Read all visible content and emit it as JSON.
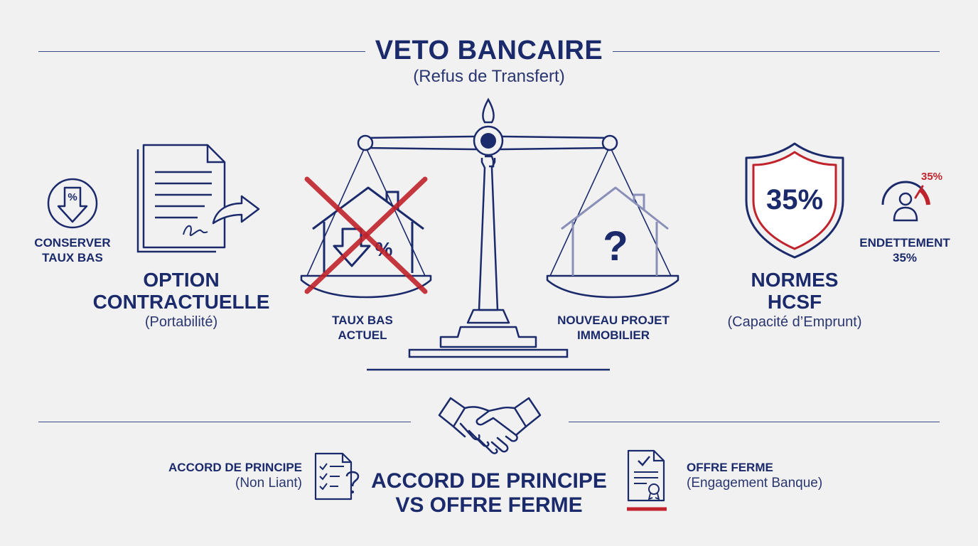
{
  "header": {
    "title": "VETO BANCAIRE",
    "subtitle": "(Refus de Transfert)"
  },
  "left_panel": {
    "icon_percent": "%",
    "keep_label_line1": "CONSERVER",
    "keep_label_line2": "TAUX BAS",
    "title_line1": "OPTION",
    "title_line2": "CONTRACTUELLE",
    "subtitle": "(Portabilité)"
  },
  "scale": {
    "left_pan_percent": "%",
    "left_label_line1": "TAUX BAS",
    "left_label_line2": "ACTUEL",
    "right_pan_symbol": "?",
    "right_label_line1": "NOUVEAU PROJET",
    "right_label_line2": "IMMOBILIER"
  },
  "right_panel": {
    "shield_value": "35%",
    "gauge_value": "35%",
    "gauge_label_line1": "ENDETTEMENT",
    "gauge_label_line2": "35%",
    "title_line1": "NORMES",
    "title_line2": "HCSF",
    "subtitle": "(Capacité d’Emprunt)"
  },
  "footer": {
    "title_line1": "ACCORD DE PRINCIPE",
    "title_line2": "VS OFFRE FERME",
    "left_label": "ACCORD DE PRINCIPE",
    "left_sub": "(Non Liant)",
    "right_label": "OFFRE FERME",
    "right_sub": "(Engagement Banque)"
  },
  "colors": {
    "navy": "#1b2a6b",
    "red": "#c0232b",
    "background": "#f1f1f2"
  }
}
